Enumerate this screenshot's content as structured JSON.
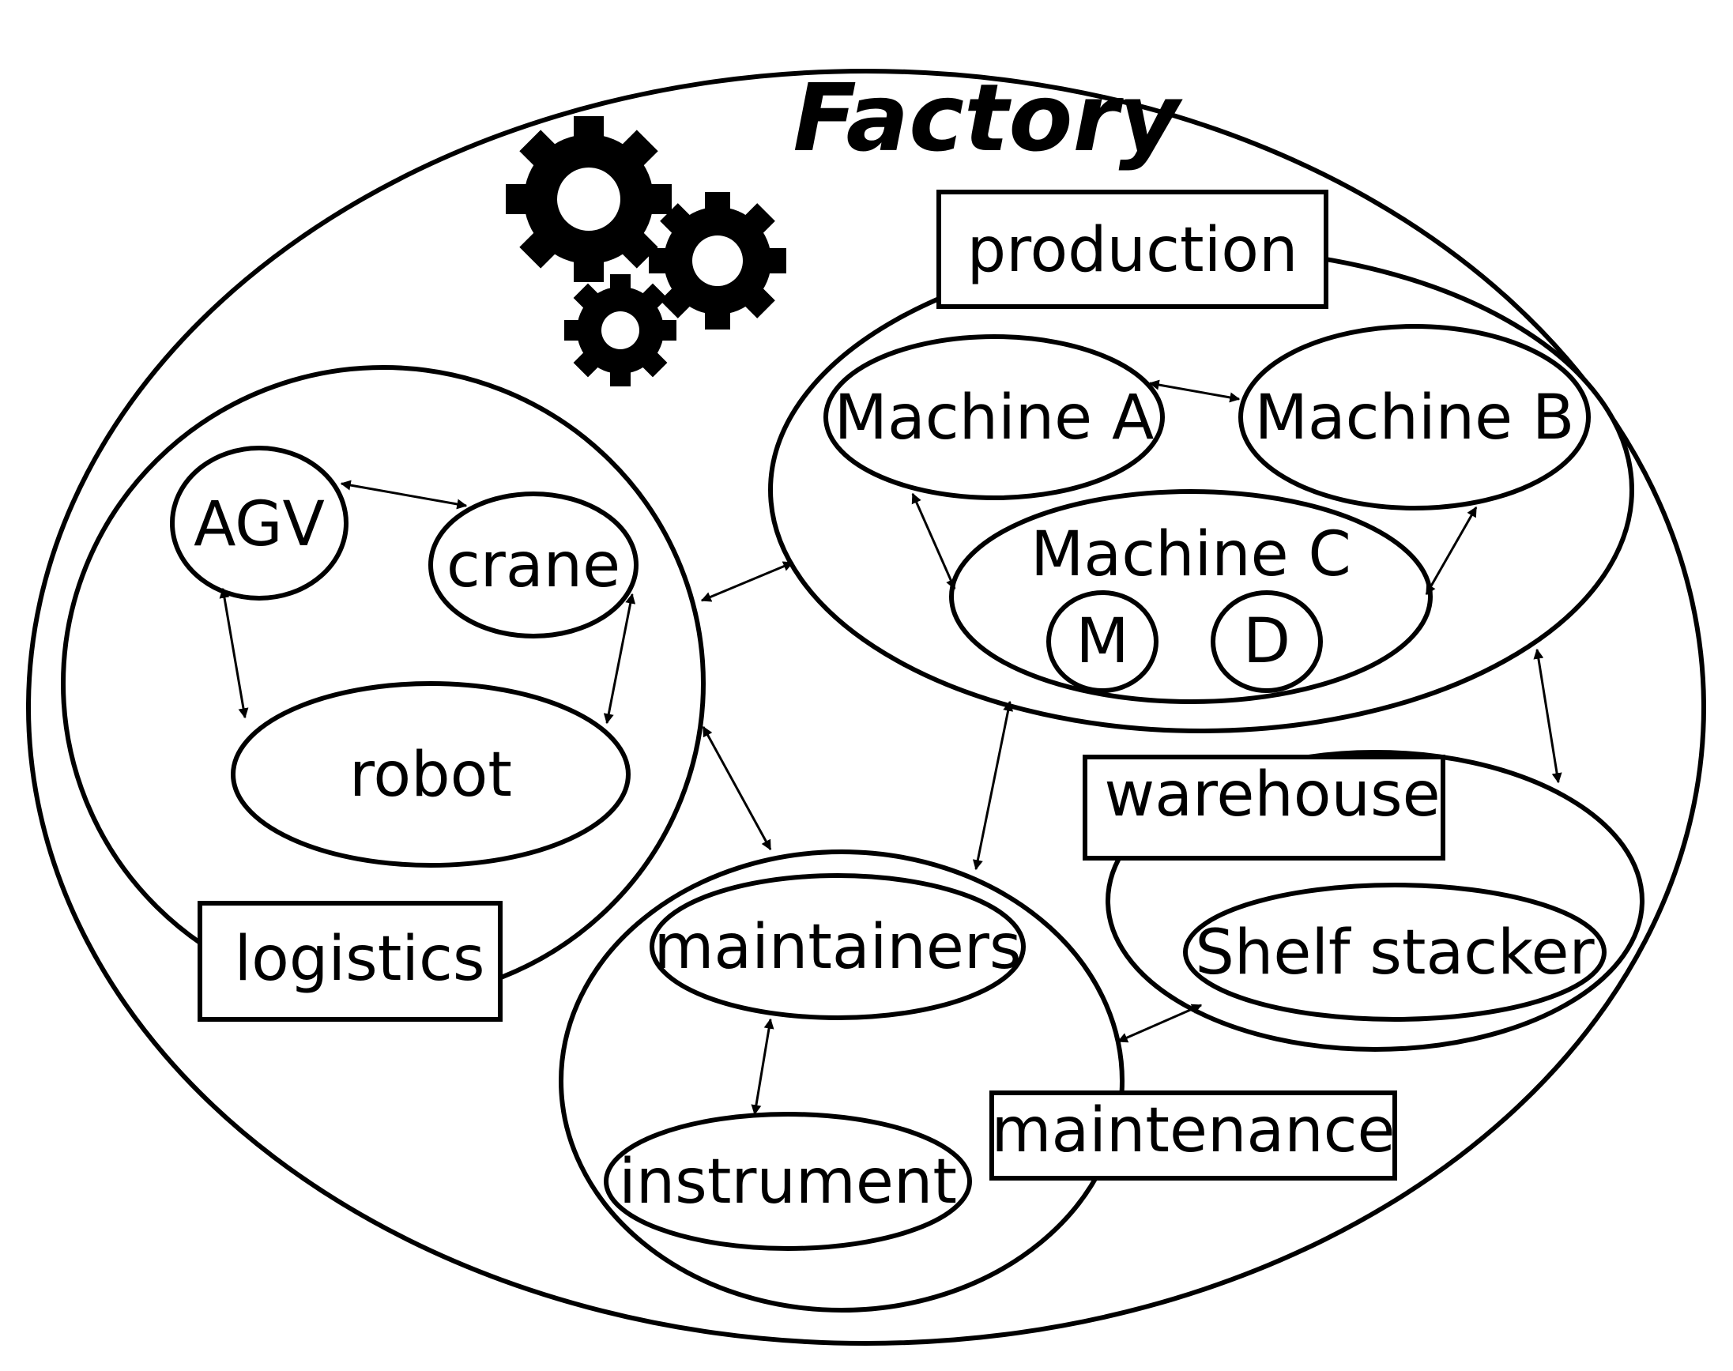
{
  "diagram": {
    "title": "Factory",
    "groups": {
      "production": {
        "label": "production"
      },
      "logistics": {
        "label": "logistics"
      },
      "warehouse": {
        "label": "warehouse"
      },
      "maintenance": {
        "label": "maintenance"
      }
    },
    "nodes": {
      "machine_a": "Machine A",
      "machine_b": "Machine B",
      "machine_c": "Machine C",
      "m": "M",
      "d": "D",
      "agv": "AGV",
      "crane": "crane",
      "robot": "robot",
      "shelf_stacker": "Shelf stacker",
      "maintainers": "maintainers",
      "instrument": "instrument"
    },
    "icons": [
      "gears-icon"
    ],
    "colors": {
      "line": "#000000",
      "background": "#ffffff"
    }
  }
}
